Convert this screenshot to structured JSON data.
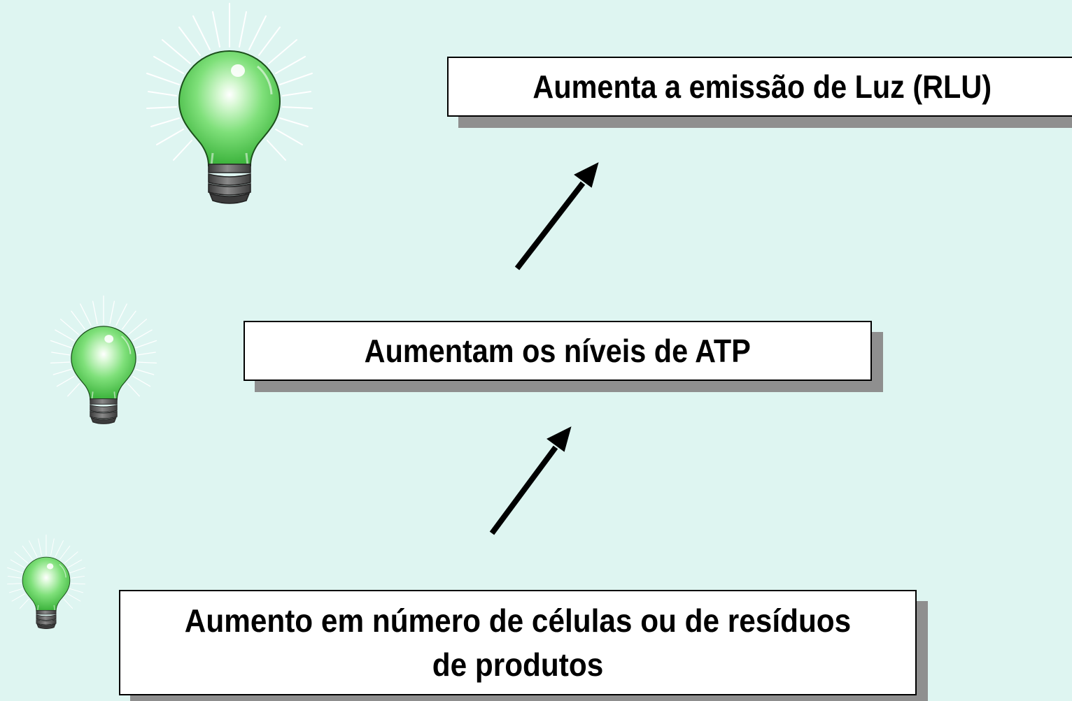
{
  "diagram": {
    "nodes": [
      {
        "id": "light-emission",
        "label": "Aumenta a emissão de Luz (RLU)"
      },
      {
        "id": "atp-levels",
        "label": "Aumentam os níveis de ATP"
      },
      {
        "id": "cell-increase",
        "label": "Aumento em número de células ou de resíduos de produtos"
      }
    ],
    "edges": [
      {
        "from": "cell-increase",
        "to": "atp-levels"
      },
      {
        "from": "atp-levels",
        "to": "light-emission"
      }
    ]
  },
  "icons": [
    "light-bulb-icon"
  ],
  "colors": {
    "background": "#def5f1",
    "bulb_glass": "#5fd85f",
    "bulb_base": "#5a5a5a",
    "box_shadow": "#8f8f8f",
    "arrow": "#000000"
  }
}
